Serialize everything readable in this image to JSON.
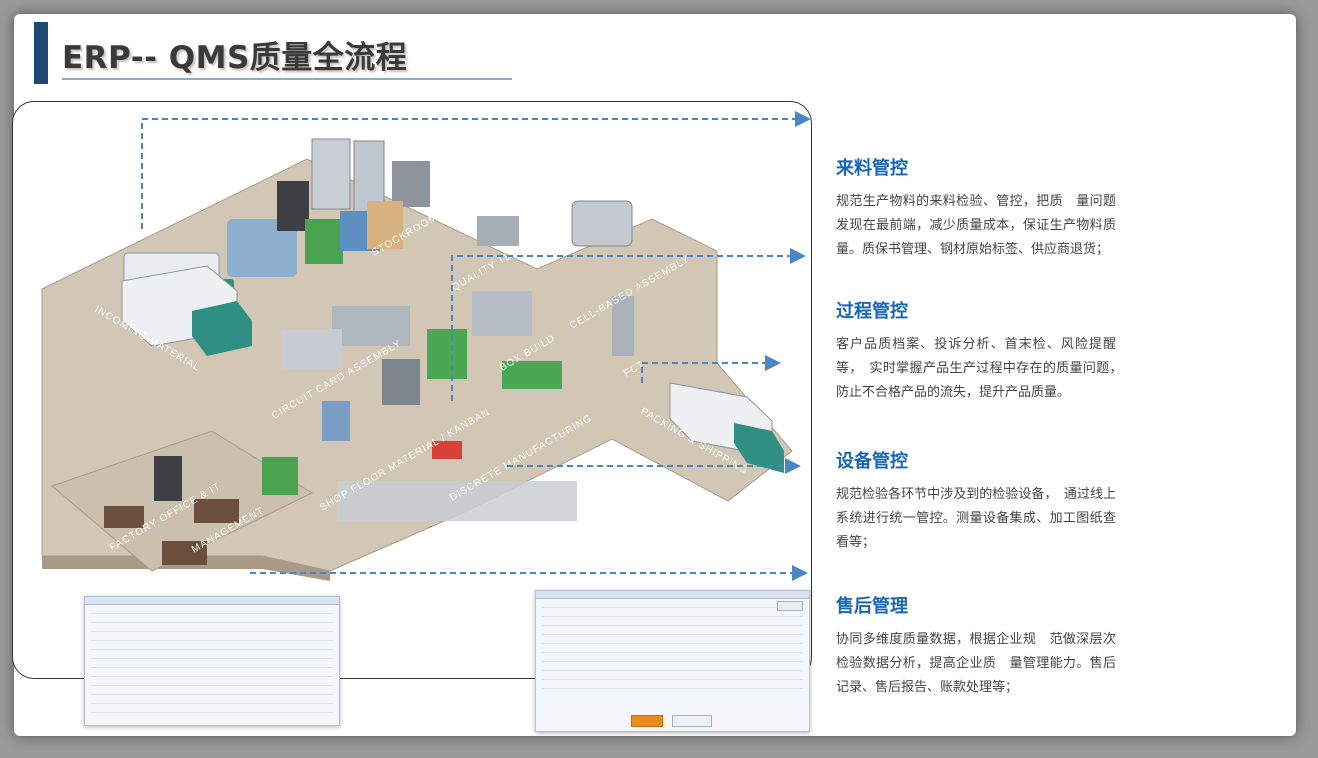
{
  "slide": {
    "title": "ERP-- QMS质量全流程"
  },
  "plant": {
    "zones": [
      "INCOMING MATERIAL",
      "STOCKROOM",
      "QUALITY TEST",
      "CELL-BASED ASSEMBLY",
      "CIRCUIT CARD ASSEMBLY",
      "BOX BUILD",
      "FCT",
      "SHOP FLOOR MATERIAL / KANBAN",
      "DISCRETE MANUFACTURING",
      "PACKING & SHIPPING",
      "FACTORY OFFICE & IT",
      "MANAGEMENT"
    ]
  },
  "sections": [
    {
      "title": "来料管控",
      "body": "规范生产物料的来料检验、管控，把质　量问题发现在最前端，减少质量成本，保证生产物料质量。质保书管理、钢材原始标签、供应商退货；"
    },
    {
      "title": "过程管控",
      "body": "客户品质档案、投诉分析、首末检、风险提醒 等，　实时掌握产品生产过程中存在的质量问题，　防止不合格产品的流失，提升产品质量。"
    },
    {
      "title": "设备管控",
      "body": "规范检验各环节中涉及到的检验设备，　通过线上系统进行统一管控。测量设备集成、加工图纸查看等；"
    },
    {
      "title": "售后管理",
      "body": "协同多维度质量数据，根据企业规　范做深层次检验数据分析，提高企业质　量管理能力。售后记录、售后报告、账款处理等；"
    }
  ],
  "colors": {
    "accent": "#1768b4",
    "title_bar": "#1d4a73",
    "arrow": "#4a86c5",
    "floor": "#cfc3b2",
    "floor_edge": "#a89a86"
  }
}
